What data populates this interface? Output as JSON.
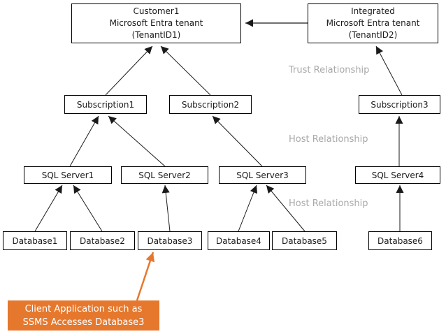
{
  "diagram": {
    "colors": {
      "background": "#FFFFFF",
      "box_fill": "#FFFFFF",
      "box_border": "#000000",
      "edge": "#1A1A1A",
      "relationship_label": "#A9A9A9",
      "callout_orange": "#E5782D",
      "callout_text": "#FFFFFF"
    },
    "nodes": {
      "customer_tenant": {
        "line1": "Customer1",
        "line2": "Microsoft Entra tenant",
        "line3": "(TenantID1)"
      },
      "integrated_tenant": {
        "line1": "Integrated",
        "line2": "Microsoft Entra tenant",
        "line3": "(TenantID2)"
      },
      "subscription1": {
        "label": "Subscription1"
      },
      "subscription2": {
        "label": "Subscription2"
      },
      "subscription3": {
        "label": "Subscription3"
      },
      "sql_server1": {
        "label": "SQL Server1"
      },
      "sql_server2": {
        "label": "SQL Server2"
      },
      "sql_server3": {
        "label": "SQL Server3"
      },
      "sql_server4": {
        "label": "SQL Server4"
      },
      "database1": {
        "label": "Database1"
      },
      "database2": {
        "label": "Database2"
      },
      "database3": {
        "label": "Database3"
      },
      "database4": {
        "label": "Database4"
      },
      "database5": {
        "label": "Database5"
      },
      "database6": {
        "label": "Database6"
      }
    },
    "relationship_labels": {
      "trust": "Trust Relationship",
      "host_subscription": "Host Relationship",
      "host_server": "Host Relationship"
    },
    "callout": {
      "line1": "Client Application such as",
      "line2": "SSMS Accesses Database3"
    },
    "edges": [
      {
        "from": "Integrated Microsoft Entra tenant (TenantID2)",
        "to": "Customer1 Microsoft Entra tenant (TenantID1)",
        "label": "Trust Relationship"
      },
      {
        "from": "Subscription1",
        "to": "Customer1 Microsoft Entra tenant (TenantID1)"
      },
      {
        "from": "Subscription2",
        "to": "Customer1 Microsoft Entra tenant (TenantID1)"
      },
      {
        "from": "Subscription3",
        "to": "Integrated Microsoft Entra tenant (TenantID2)",
        "label": "Trust Relationship"
      },
      {
        "from": "SQL Server1",
        "to": "Subscription1",
        "label": "Host Relationship"
      },
      {
        "from": "SQL Server2",
        "to": "Subscription1",
        "label": "Host Relationship"
      },
      {
        "from": "SQL Server3",
        "to": "Subscription2",
        "label": "Host Relationship"
      },
      {
        "from": "SQL Server4",
        "to": "Subscription3",
        "label": "Host Relationship"
      },
      {
        "from": "Database1",
        "to": "SQL Server1",
        "label": "Host Relationship"
      },
      {
        "from": "Database2",
        "to": "SQL Server1",
        "label": "Host Relationship"
      },
      {
        "from": "Database3",
        "to": "SQL Server2",
        "label": "Host Relationship"
      },
      {
        "from": "Database4",
        "to": "SQL Server3",
        "label": "Host Relationship"
      },
      {
        "from": "Database5",
        "to": "SQL Server3",
        "label": "Host Relationship"
      },
      {
        "from": "Database6",
        "to": "SQL Server4",
        "label": "Host Relationship"
      },
      {
        "from": "Client Application callout",
        "to": "Database3"
      }
    ]
  }
}
